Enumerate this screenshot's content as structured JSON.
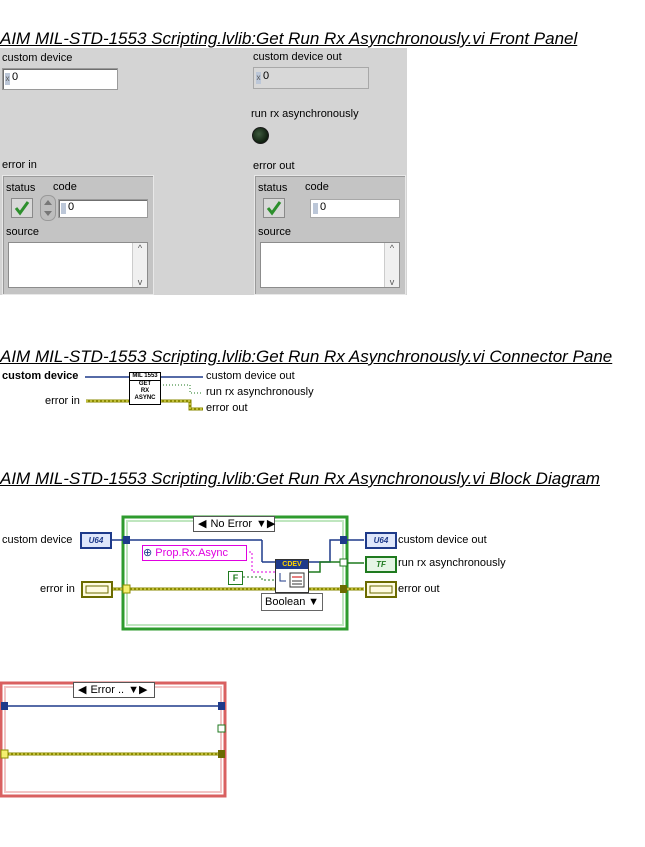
{
  "front_panel": {
    "title": "AIM MIL-STD-1553 Scripting.lvlib:Get Run Rx Asynchronously.vi Front Panel",
    "custom_device": {
      "label": "custom device",
      "value": "0",
      "radix": "x"
    },
    "custom_device_out": {
      "label": "custom device out",
      "value": "0",
      "radix": "x"
    },
    "run_rx_async": {
      "label": "run rx asynchronously"
    },
    "error_in": {
      "label": "error in",
      "status_label": "status",
      "code_label": "code",
      "code_value": "0",
      "source_label": "source"
    },
    "error_out": {
      "label": "error out",
      "status_label": "status",
      "code_label": "code",
      "code_value": "0",
      "source_label": "source"
    }
  },
  "connector_pane": {
    "title": "AIM MIL-STD-1553 Scripting.lvlib:Get Run Rx Asynchronously.vi Connector Pane",
    "inputs": [
      "custom device",
      "error in"
    ],
    "outputs": [
      "custom device out",
      "run rx asynchronously",
      "error out"
    ],
    "icon_lines": [
      "MIL 1553",
      "GET",
      "RX",
      "ASYNC"
    ]
  },
  "block_diagram": {
    "title": "AIM MIL-STD-1553 Scripting.lvlib:Get Run Rx Asynchronously.vi Block Diagram",
    "case1_selector": "No Error",
    "case2_selector": "Error ..",
    "property_constant": "Prop.Rx.Async",
    "false_constant": "F",
    "type_selector": "Boolean",
    "node_label": "CDEV",
    "terminals": {
      "custom_device": {
        "label": "custom device",
        "type": "U64"
      },
      "error_in": {
        "label": "error in"
      },
      "custom_device_out": {
        "label": "custom device out",
        "type": "U64"
      },
      "run_rx_async": {
        "label": "run rx asynchronously",
        "type": "TF"
      },
      "error_out": {
        "label": "error out"
      }
    }
  },
  "colors": {
    "panel_bg": "#d4d4d4",
    "wire_numeric": "#1e3a8a",
    "wire_error": "#8a8a00",
    "case_struct_green": "#2e9b2e",
    "case_struct_red": "#d96060",
    "string_pink": "#e000e0",
    "boolean_green": "#1f7a1f"
  }
}
